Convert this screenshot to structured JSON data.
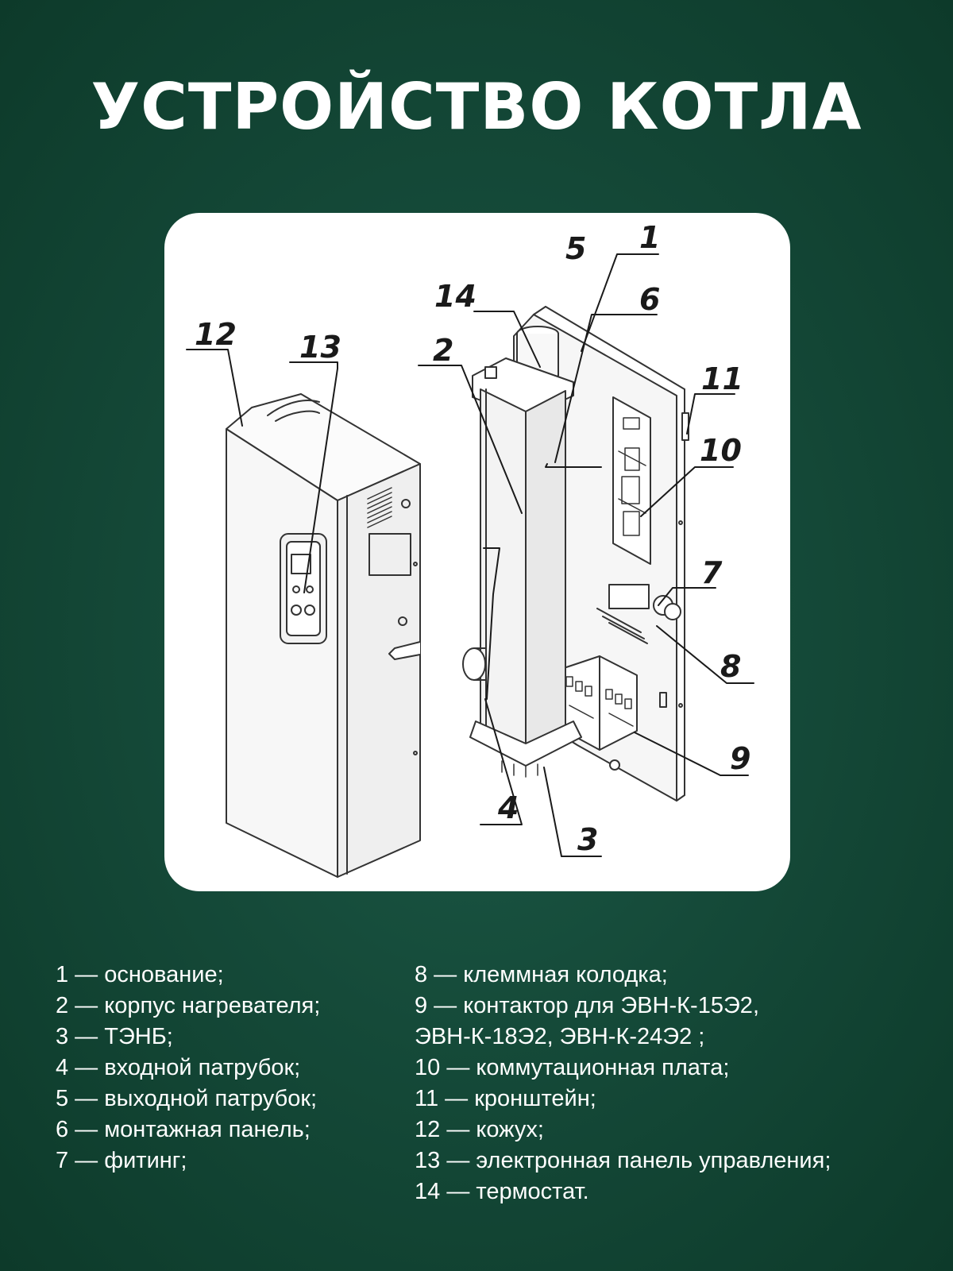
{
  "title": "УСТРОЙСТВО КОТЛА",
  "diagram": {
    "callouts": [
      "1",
      "2",
      "3",
      "4",
      "5",
      "6",
      "7",
      "8",
      "9",
      "10",
      "11",
      "12",
      "13",
      "14"
    ]
  },
  "legend": {
    "left": [
      "1 — основание;",
      "2 — корпус нагревателя;",
      "3 — ТЭНБ;",
      "4 — входной патрубок;",
      "5 — выходной патрубок;",
      "6 — монтажная панель;",
      "7 — фитинг;"
    ],
    "right": [
      "8 — клеммная колодка;",
      "9 — контактор  для ЭВН-К-15Э2,",
      "ЭВН-К-18Э2, ЭВН-К-24Э2 ;",
      "10 — коммутационная плата;",
      "11 — кронштейн;",
      "12 — кожух;",
      "13 — электронная панель управления;",
      "14 — термостат."
    ]
  }
}
